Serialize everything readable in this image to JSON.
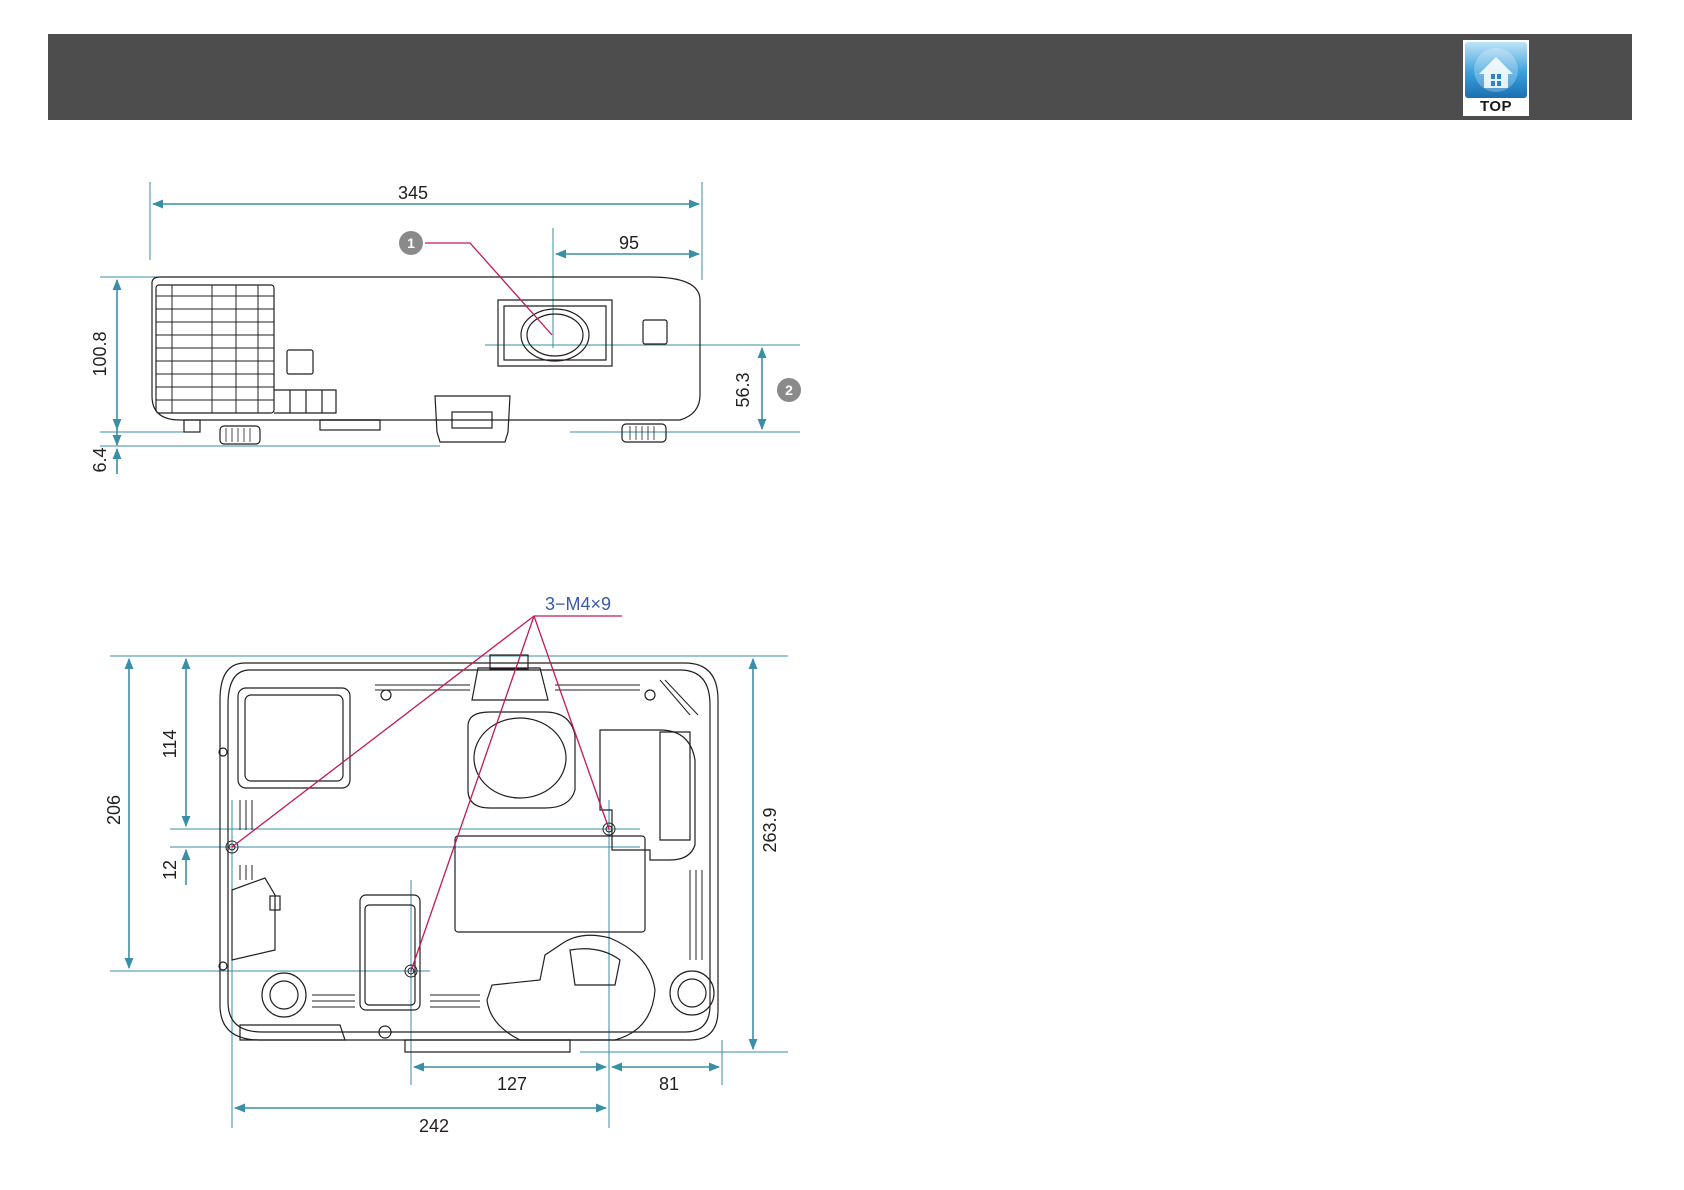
{
  "header": {
    "top_button_label": "TOP"
  },
  "front_view": {
    "width_label": "345",
    "lens_offset_label": "95",
    "height_label": "100.8",
    "foot_label": "6.4",
    "lens_center_height_label": "56.3",
    "callout_1": "1",
    "callout_2": "2"
  },
  "bottom_view": {
    "screw_spec_label": "3−M4×9",
    "depth_label": "263.9",
    "screw_front_label": "206",
    "screw_mid_label": "114",
    "screw_gap_label": "12",
    "screw_spacing_label": "127",
    "right_offset_label": "81",
    "screw_span_label": "242"
  },
  "colors": {
    "header": "#4d4d4d",
    "dimension_line": "#3a8fa6",
    "leader_line": "#c2185b",
    "outline": "#231f20",
    "screw_label": "#3a5aa8",
    "callout_circle": "#8a8a8a"
  }
}
